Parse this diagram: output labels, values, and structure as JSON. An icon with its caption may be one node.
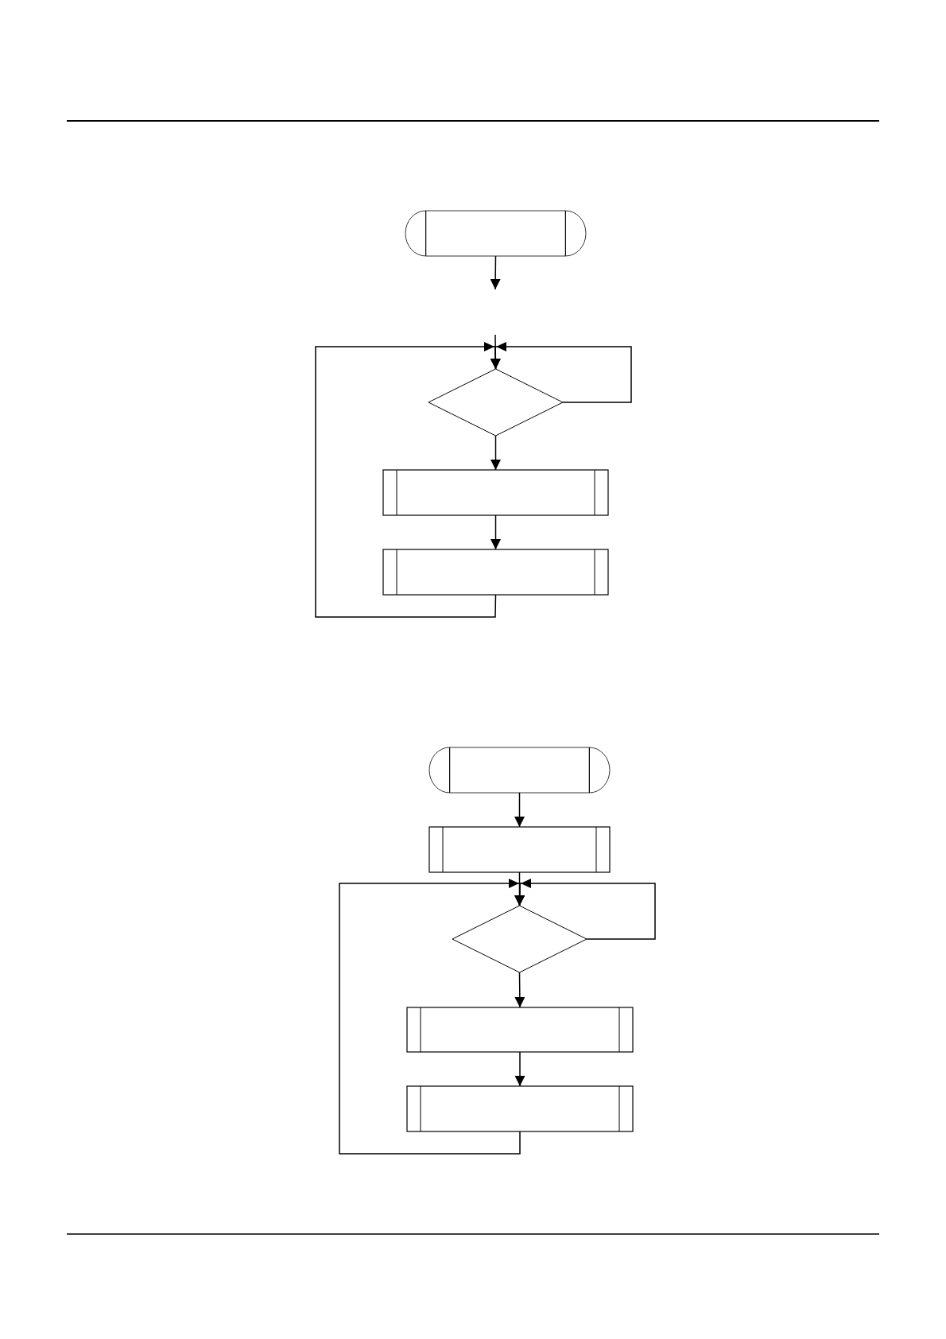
{
  "diagram": {
    "nodes": [
      {
        "text": [],
        "shape": "terminator"
      },
      {
        "text": [],
        "shape": "diamond"
      },
      {
        "text": [],
        "shape": "box"
      },
      {
        "text": [],
        "shape": "box"
      },
      {
        "text": [],
        "shape": "terminator"
      },
      {
        "text": [],
        "shape": "box"
      },
      {
        "text": [],
        "shape": "diamond"
      },
      {
        "text": [],
        "shape": "box"
      },
      {
        "text": [],
        "shape": "box"
      }
    ],
    "edges": [
      {
        "from": 0,
        "to": null,
        "arrow": "to"
      },
      {
        "from": null,
        "to": 1,
        "arrow": "to"
      },
      {
        "from": 1,
        "to": 1,
        "arrow": "to"
      },
      {
        "from": 3,
        "to": 1,
        "arrow": "to"
      },
      {
        "from": 1,
        "to": 2,
        "arrow": "to"
      },
      {
        "from": 2,
        "to": 3,
        "arrow": "to"
      },
      {
        "from": 4,
        "to": 5,
        "arrow": "to"
      },
      {
        "from": 5,
        "to": 6,
        "arrow": "to"
      },
      {
        "from": 6,
        "to": 6,
        "arrow": "to"
      },
      {
        "from": 8,
        "to": 6,
        "arrow": "to"
      },
      {
        "from": 6,
        "to": 7,
        "arrow": "to"
      },
      {
        "from": 7,
        "to": 8,
        "arrow": "to"
      }
    ]
  }
}
